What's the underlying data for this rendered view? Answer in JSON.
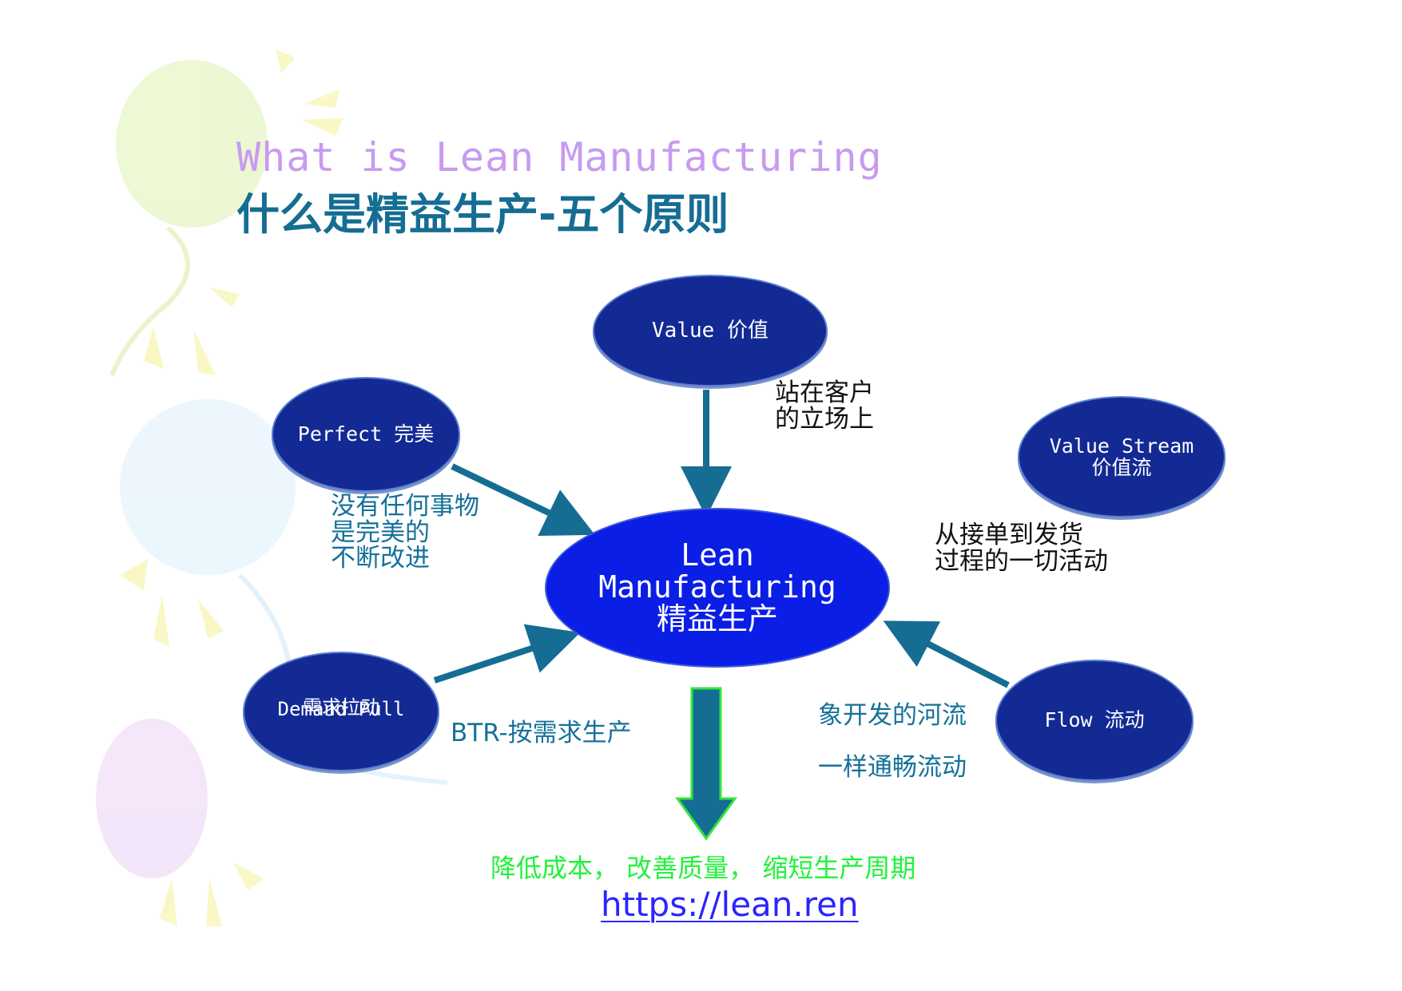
{
  "title": {
    "en": "What is Lean Manufacturing",
    "cn": "什么是精益生产-五个原则"
  },
  "center": {
    "line1": "Lean",
    "line2": "Manufacturing",
    "line3": "精益生产"
  },
  "nodes": {
    "value": "Value 价值",
    "perfect": "Perfect  完美",
    "value_stream": {
      "line1": "Value Stream",
      "line2": "价值流"
    },
    "flow": "Flow  流动",
    "demand_pull": {
      "en": "Demand Pull",
      "cn": "需求拉动"
    }
  },
  "notes": {
    "value": [
      "站在客户",
      "的立场上"
    ],
    "perfect": [
      "没有任何事物",
      "是完美的",
      "不断改进"
    ],
    "value_stream": [
      "从接单到发货",
      "过程的一切活动"
    ],
    "flow": [
      "象开发的河流",
      "一样通畅流动"
    ],
    "demand_pull": "BTR-按需求生产"
  },
  "benefits": "降低成本， 改善质量， 缩短生产周期",
  "link": "https://lean.ren",
  "colors": {
    "node_fill": "#132a94",
    "center_fill": "#0b1ee6",
    "arrow": "#156d93",
    "big_arrow_outline": "#32e63c",
    "benefit_text": "#21f23a",
    "title_en": "#c79bef",
    "title_cn": "#156d93"
  }
}
